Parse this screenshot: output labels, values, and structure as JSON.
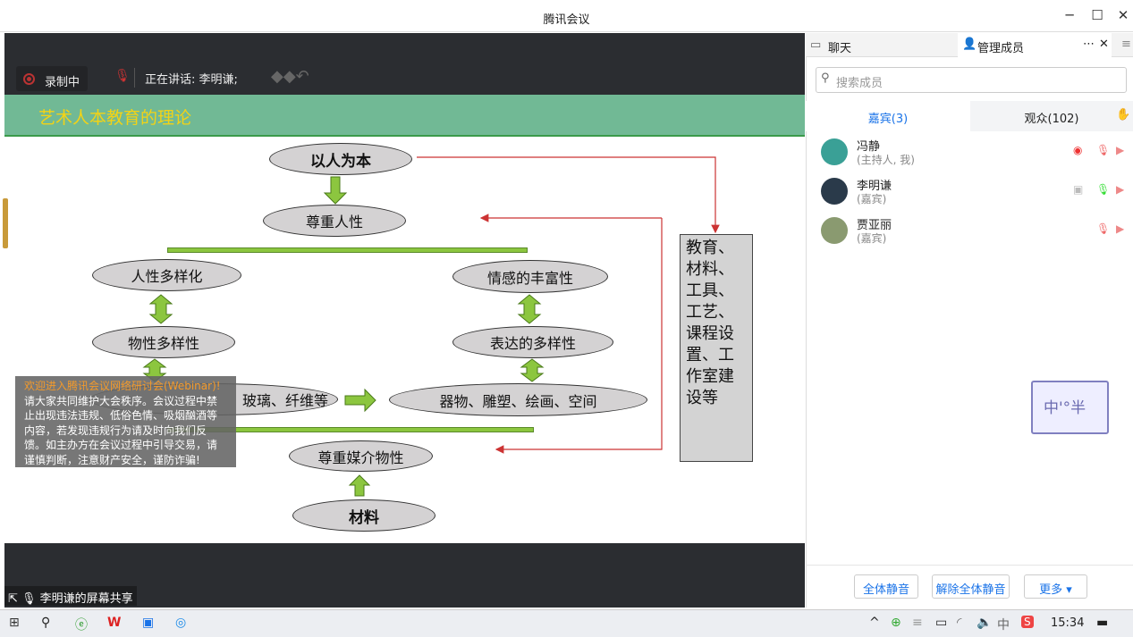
{
  "window": {
    "title": "腾讯会议",
    "min": "─",
    "max": "☐",
    "close": "✕"
  },
  "toolbar": {
    "recording": "录制中",
    "speaking": "正在讲话: 李明谦;"
  },
  "slide": {
    "title": "艺术人本教育的理论",
    "nodes": {
      "root": "以人为本",
      "respect_human": "尊重人性",
      "human_diversity": "人性多样化",
      "emotion": "情感的丰富性",
      "material_diversity": "物性多样性",
      "expression": "表达的多样性",
      "materials_list": "玻璃、纤维等",
      "works": "器物、雕塑、绘画、空间",
      "respect_media": "尊重媒介物性",
      "material": "材料"
    },
    "box": "教育、材料、工具、工艺、课程设置、工作室建设等"
  },
  "notice": {
    "heading": "欢迎进入腾讯会议网络研讨会(Webinar)!",
    "body": "请大家共同维护大会秩序。会议过程中禁止出现违法违规、低俗色情、吸烟酗酒等内容，若发现违规行为请及时向我们反馈。如主办方在会议过程中引导交易，请谨慎判断，注意财产安全，谨防诈骗!"
  },
  "share_label": "李明谦的屏幕共享",
  "panel": {
    "tabs": [
      "聊天",
      "管理成员"
    ],
    "more": "⋯",
    "close": "✕",
    "search_placeholder": "搜索成员",
    "subtabs": [
      "嘉宾(3)",
      "观众(102)"
    ],
    "members": [
      {
        "name": "冯静",
        "role": "(主持人, 我)"
      },
      {
        "name": "李明谦",
        "role": "(嘉宾)"
      },
      {
        "name": "贾亚丽",
        "role": "(嘉宾)"
      }
    ],
    "buttons": [
      "全体静音",
      "解除全体静音",
      "更多 ▾"
    ]
  },
  "ime": "中'°半",
  "taskbar": {
    "time": "15:34",
    "ime": "中"
  }
}
